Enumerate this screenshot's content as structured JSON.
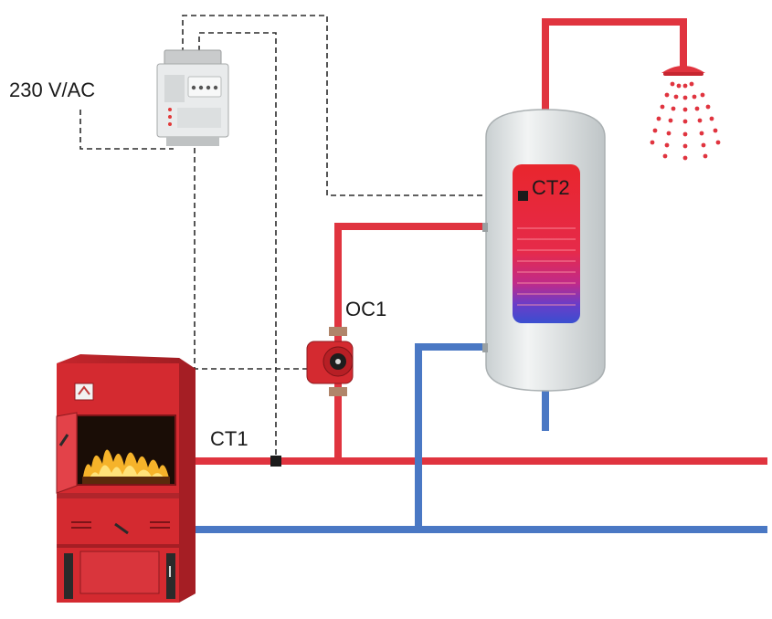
{
  "labels": {
    "power_supply": "230 V/AC",
    "pump": "OC1",
    "sensor_boiler": "CT1",
    "sensor_tank": "CT2"
  },
  "colors": {
    "hot_pipe": "#e0343f",
    "cold_pipe": "#4a78c4",
    "boiler_body": "#d42a30",
    "tank_shell": "#dfe3e4",
    "control_wire": "#2b2b2b",
    "sensor": "#1b1b1b"
  },
  "icons": [
    "controller-module-icon",
    "circulation-pump-icon",
    "shower-head-icon",
    "water-spray-icon",
    "solid-fuel-boiler-icon",
    "flame-icon"
  ]
}
